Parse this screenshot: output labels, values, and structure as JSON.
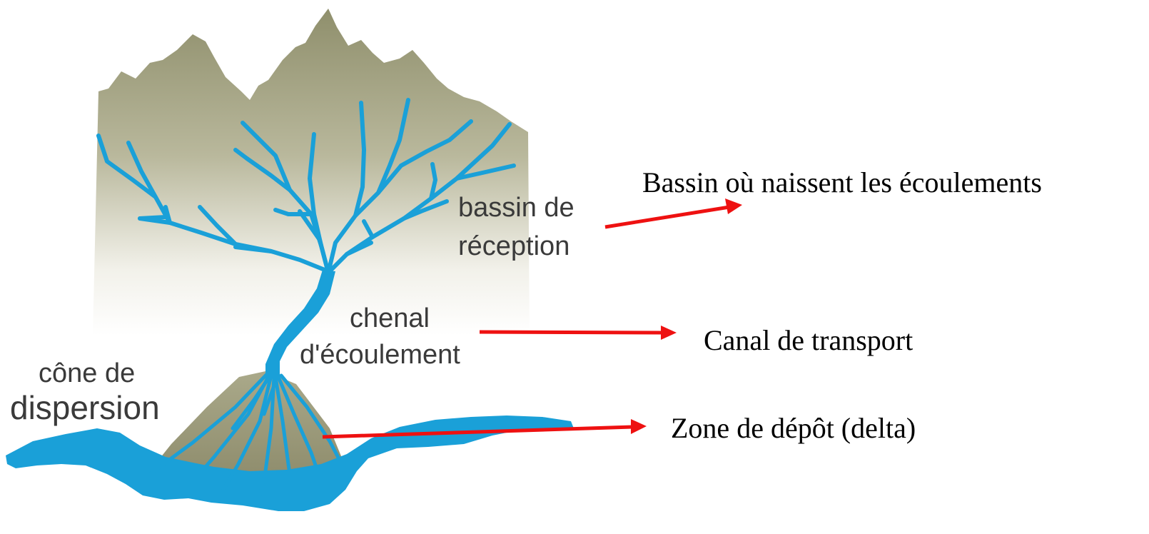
{
  "diagram": {
    "labels": {
      "bassin_line1": "bassin de",
      "bassin_line2": "réception",
      "chenal_line1": "chenal",
      "chenal_line2": "d'écoulement",
      "cone_line1": "cône de",
      "cone_line2": "dispersion"
    },
    "annotations": {
      "bassin": "Bassin où naissent les écoulements",
      "canal": "Canal de transport",
      "zone": "Zone de dépôt (delta)"
    },
    "colors": {
      "mountain_top": "#8f8f6c",
      "mountain_fade": "#ffffff",
      "fan": "#9c9a78",
      "water": "#1aa0d8",
      "arrow": "#ee1111",
      "label_text": "#3a3a3a",
      "annotation_text": "#000000"
    }
  }
}
